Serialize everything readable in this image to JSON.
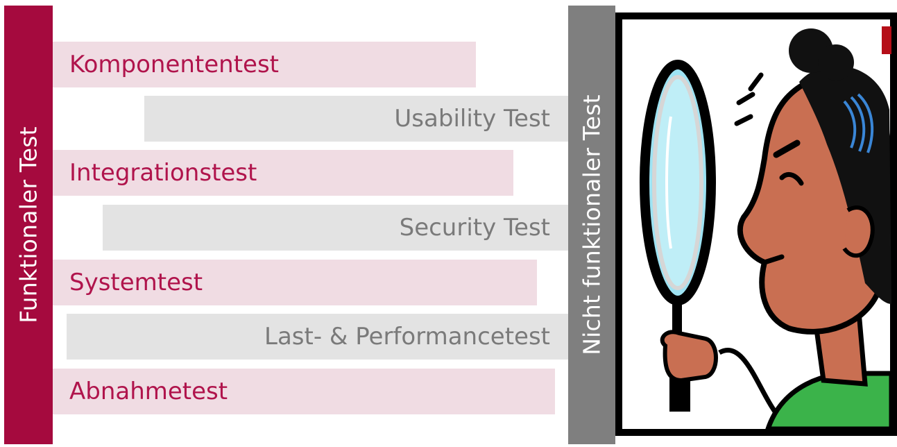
{
  "colors": {
    "functional_bar": "#a50a3e",
    "functional_row_bg": "#f0dce3",
    "functional_text": "#b0144c",
    "nonfunctional_bar": "#7f7f7f",
    "nonfunctional_row_bg": "#e3e3e3",
    "nonfunctional_text": "#7a7a7a",
    "arrow": "#a40d10"
  },
  "functional": {
    "label": "Funktionaler Test",
    "items": [
      {
        "label": "Komponententest"
      },
      {
        "label": "Integrationstest"
      },
      {
        "label": "Systemtest"
      },
      {
        "label": "Abnahmetest"
      }
    ]
  },
  "nonfunctional": {
    "label": "Nicht funktionaler Test",
    "items": [
      {
        "label": "Usability Test"
      },
      {
        "label": "Security Test"
      },
      {
        "label": "Last- & Performancetest"
      }
    ]
  },
  "illustration": {
    "icon": "magnifying-glass-inspector-icon"
  }
}
